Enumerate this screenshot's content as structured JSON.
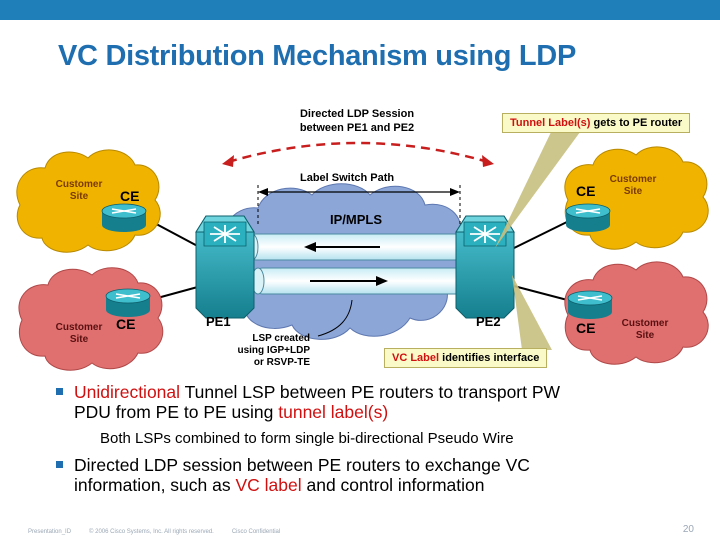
{
  "title": "VC Distribution Mechanism using LDP",
  "diagram": {
    "ldp_session_label": [
      "Directed LDP Session",
      "between PE1 and PE2"
    ],
    "lsp_label": "Label Switch Path",
    "cloud_label": "IP/MPLS",
    "pe1": "PE1",
    "pe2": "PE2",
    "ce_label": "CE",
    "customer_site": [
      "Customer",
      "Site"
    ],
    "lsp_created": [
      "LSP created",
      "using IGP+LDP",
      "or RSVP-TE"
    ],
    "callout_tunnel": {
      "red": "Tunnel Label(s)",
      "black": " gets to PE router"
    },
    "callout_vc": {
      "red": "VC Label",
      "black": " identifies interface"
    }
  },
  "bullets": [
    {
      "red": "Unidirectional",
      "rest1": " Tunnel LSP between PE routers to transport PW",
      "line2a": "PDU from PE to PE using ",
      "red2": "tunnel label(s)"
    },
    {
      "sub": "Both LSPs combined to form single bi-directional Pseudo Wire"
    },
    {
      "line1": "Directed LDP session between PE routers to exchange VC",
      "line2a": "information, such as ",
      "red": "VC label",
      "line2b": " and control information"
    }
  ],
  "footer": {
    "presentation": "Presentation_ID",
    "copyright": "© 2006 Cisco Systems, Inc. All rights reserved.",
    "confidential": "Cisco Confidential",
    "page": "20"
  },
  "colors": {
    "accent": "#1f6fb0",
    "topbar": "#1f7fb8",
    "highlight_red": "#d01010",
    "cloud_yellow": "#f0b400",
    "cloud_pink": "#e07070",
    "mpls_cloud": "#8ca6d8",
    "router_teal": "#1aa6b6"
  }
}
